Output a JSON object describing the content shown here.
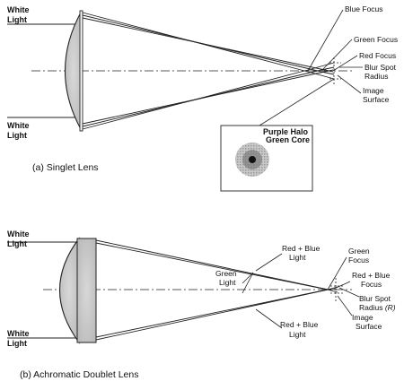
{
  "part_a": {
    "caption": "(a) Singlet Lens",
    "white_light_top": [
      "White",
      "Light"
    ],
    "white_light_bottom": [
      "White",
      "Light"
    ],
    "blue_focus": "Blue Focus",
    "green_focus": "Green Focus",
    "red_focus": "Red Focus",
    "blur_spot": [
      "Blur Spot",
      "Radius"
    ],
    "image_surface": [
      "Image",
      "Surface"
    ],
    "halo": [
      "Purple Halo",
      "Green Core"
    ]
  },
  "part_b": {
    "caption": "(b) Achromatic Doublet Lens",
    "white_light_top": [
      "White",
      "Light"
    ],
    "white_light_bottom": [
      "White",
      "Light"
    ],
    "red_blue_top": [
      "Red + Blue",
      "Light"
    ],
    "green_light": [
      "Green",
      "Light"
    ],
    "red_blue_bottom": [
      "Red + Blue",
      "Light"
    ],
    "green_focus": [
      "Green",
      "Focus"
    ],
    "red_blue_focus": [
      "Red + Blue",
      "Focus"
    ],
    "blur_spot": [
      "Blur Spot",
      "Radius ",
      "(R)"
    ],
    "image_surface": [
      "Image",
      "Surface"
    ]
  }
}
